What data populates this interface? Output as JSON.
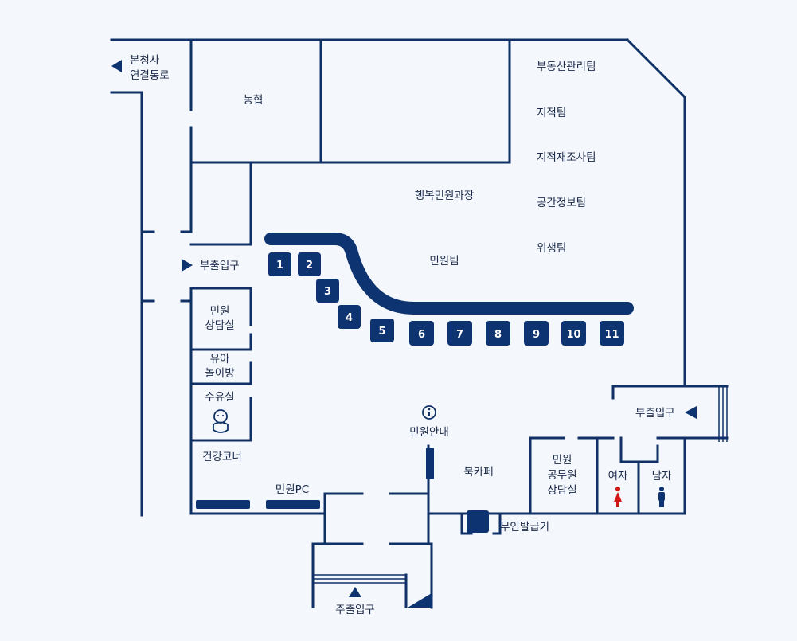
{
  "colors": {
    "wall": "#0f3166",
    "window_box": "#0d3470",
    "female": "#d01818",
    "male": "#0d3470",
    "background": "#f4f7fc"
  },
  "labels": {
    "main_building_link": [
      "본청사",
      "연결통로"
    ],
    "nonghyup": "농협",
    "real_estate_team": "부동산관리팀",
    "cadastral_team": "지적팀",
    "cadastral_resurvey_team": "지적재조사팀",
    "spatial_info_team": "공간정보팀",
    "hygiene_team": "위생팀",
    "happy_civil_dept": "행복민원과장",
    "civil_team": "민원팀",
    "side_entrance_left": "부출입구",
    "side_entrance_right": "부출입구",
    "civil_consult_room": [
      "민원",
      "상담실"
    ],
    "kids_playroom": [
      "유아",
      "놀이방"
    ],
    "nursing_room": "수유실",
    "health_corner": "건강코너",
    "civil_pc": "민원PC",
    "civil_info": "민원안내",
    "book_cafe": "북카페",
    "official_consult_room": [
      "민원",
      "공무원",
      "상담실"
    ],
    "female_restroom": "여자",
    "male_restroom": "남자",
    "kiosk": "무인발급기",
    "main_entrance": "주출입구"
  },
  "windows": [
    "1",
    "2",
    "3",
    "4",
    "5",
    "6",
    "7",
    "8",
    "9",
    "10",
    "11"
  ],
  "icons": {
    "info": "info-icon",
    "baby": "baby-icon",
    "female": "female-person-icon",
    "male": "male-person-icon",
    "entrance_arrow": "triangle-arrow-icon"
  }
}
